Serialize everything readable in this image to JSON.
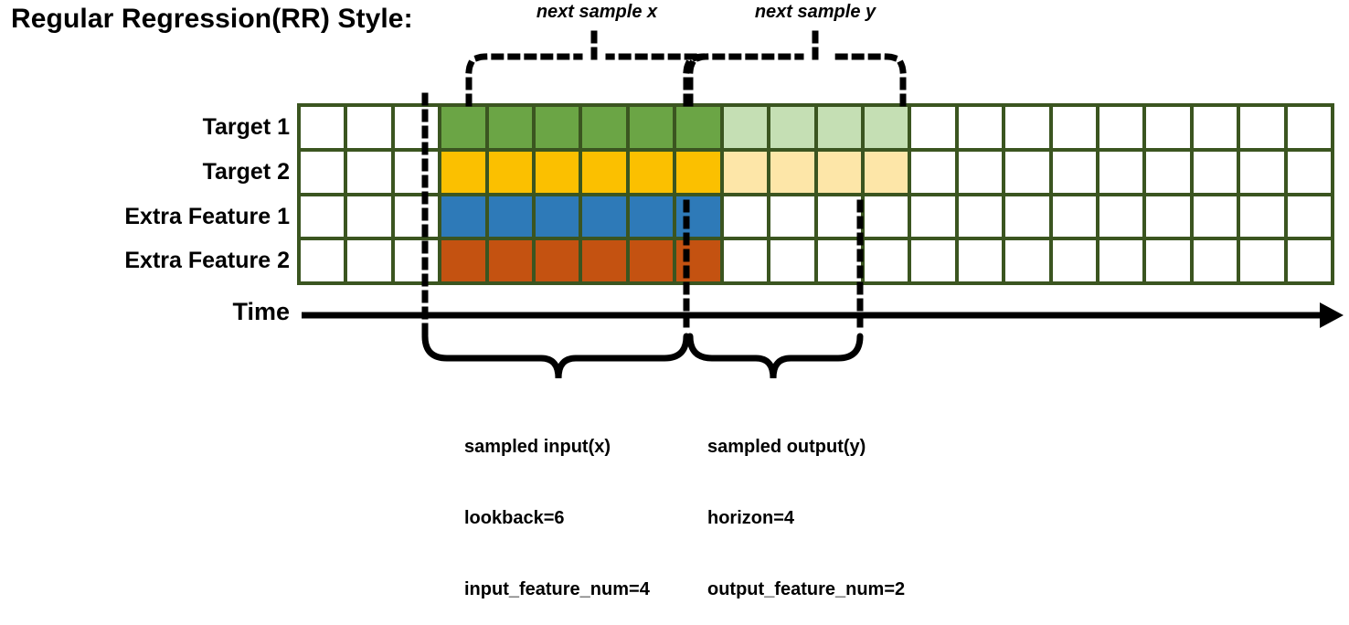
{
  "title": "Regular Regression(RR) Style:",
  "rows": [
    {
      "label": "Target 1",
      "color": "#6ba545",
      "light": "#c5dfb4"
    },
    {
      "label": "Target 2",
      "color": "#fbc000",
      "light": "#fde6a8"
    },
    {
      "label": "Extra Feature 1",
      "color": "#2e7ab8",
      "light": null
    },
    {
      "label": "Extra Feature 2",
      "color": "#c45211",
      "light": null
    }
  ],
  "axis": {
    "label": "Time"
  },
  "grid": {
    "columns": 22,
    "rows": 4,
    "leading_blank_cols": 3,
    "input_cols": 6,
    "output_cols": 4,
    "trailing_blank_cols": 9,
    "border_color": "#3b5520",
    "empty_color": "#ffffff"
  },
  "top_annotations": [
    {
      "text": "next sample x"
    },
    {
      "text": "next sample y"
    }
  ],
  "bottom_annotations": [
    {
      "lines": [
        "sampled input(x)",
        "lookback=6",
        "input_feature_num=4"
      ]
    },
    {
      "lines": [
        "sampled output(y)",
        "horizon=4",
        "output_feature_num=2"
      ]
    }
  ],
  "chart_data": {
    "type": "heatmap",
    "title": "Regular Regression(RR) Style:",
    "xlabel": "Time",
    "ylabel": "",
    "categories": [
      "Target 1",
      "Target 2",
      "Extra Feature 1",
      "Extra Feature 2"
    ],
    "grid_columns": 22,
    "legend_position": "none",
    "annotations": [
      "next sample x",
      "next sample y",
      "sampled input(x)",
      "lookback=6",
      "input_feature_num=4",
      "sampled output(y)",
      "horizon=4",
      "output_feature_num=2"
    ],
    "series": [
      {
        "name": "Target 1",
        "values": [
          "empty",
          "empty",
          "empty",
          "input",
          "input",
          "input",
          "input",
          "input",
          "input",
          "output",
          "output",
          "output",
          "output",
          "empty",
          "empty",
          "empty",
          "empty",
          "empty",
          "empty",
          "empty",
          "empty",
          "empty"
        ]
      },
      {
        "name": "Target 2",
        "values": [
          "empty",
          "empty",
          "empty",
          "input",
          "input",
          "input",
          "input",
          "input",
          "input",
          "output",
          "output",
          "output",
          "output",
          "empty",
          "empty",
          "empty",
          "empty",
          "empty",
          "empty",
          "empty",
          "empty",
          "empty"
        ]
      },
      {
        "name": "Extra Feature 1",
        "values": [
          "empty",
          "empty",
          "empty",
          "input",
          "input",
          "input",
          "input",
          "input",
          "input",
          "empty",
          "empty",
          "empty",
          "empty",
          "empty",
          "empty",
          "empty",
          "empty",
          "empty",
          "empty",
          "empty",
          "empty",
          "empty"
        ]
      },
      {
        "name": "Extra Feature 2",
        "values": [
          "empty",
          "empty",
          "empty",
          "input",
          "input",
          "input",
          "input",
          "input",
          "input",
          "empty",
          "empty",
          "empty",
          "empty",
          "empty",
          "empty",
          "empty",
          "empty",
          "empty",
          "empty",
          "empty",
          "empty",
          "empty"
        ]
      }
    ]
  }
}
